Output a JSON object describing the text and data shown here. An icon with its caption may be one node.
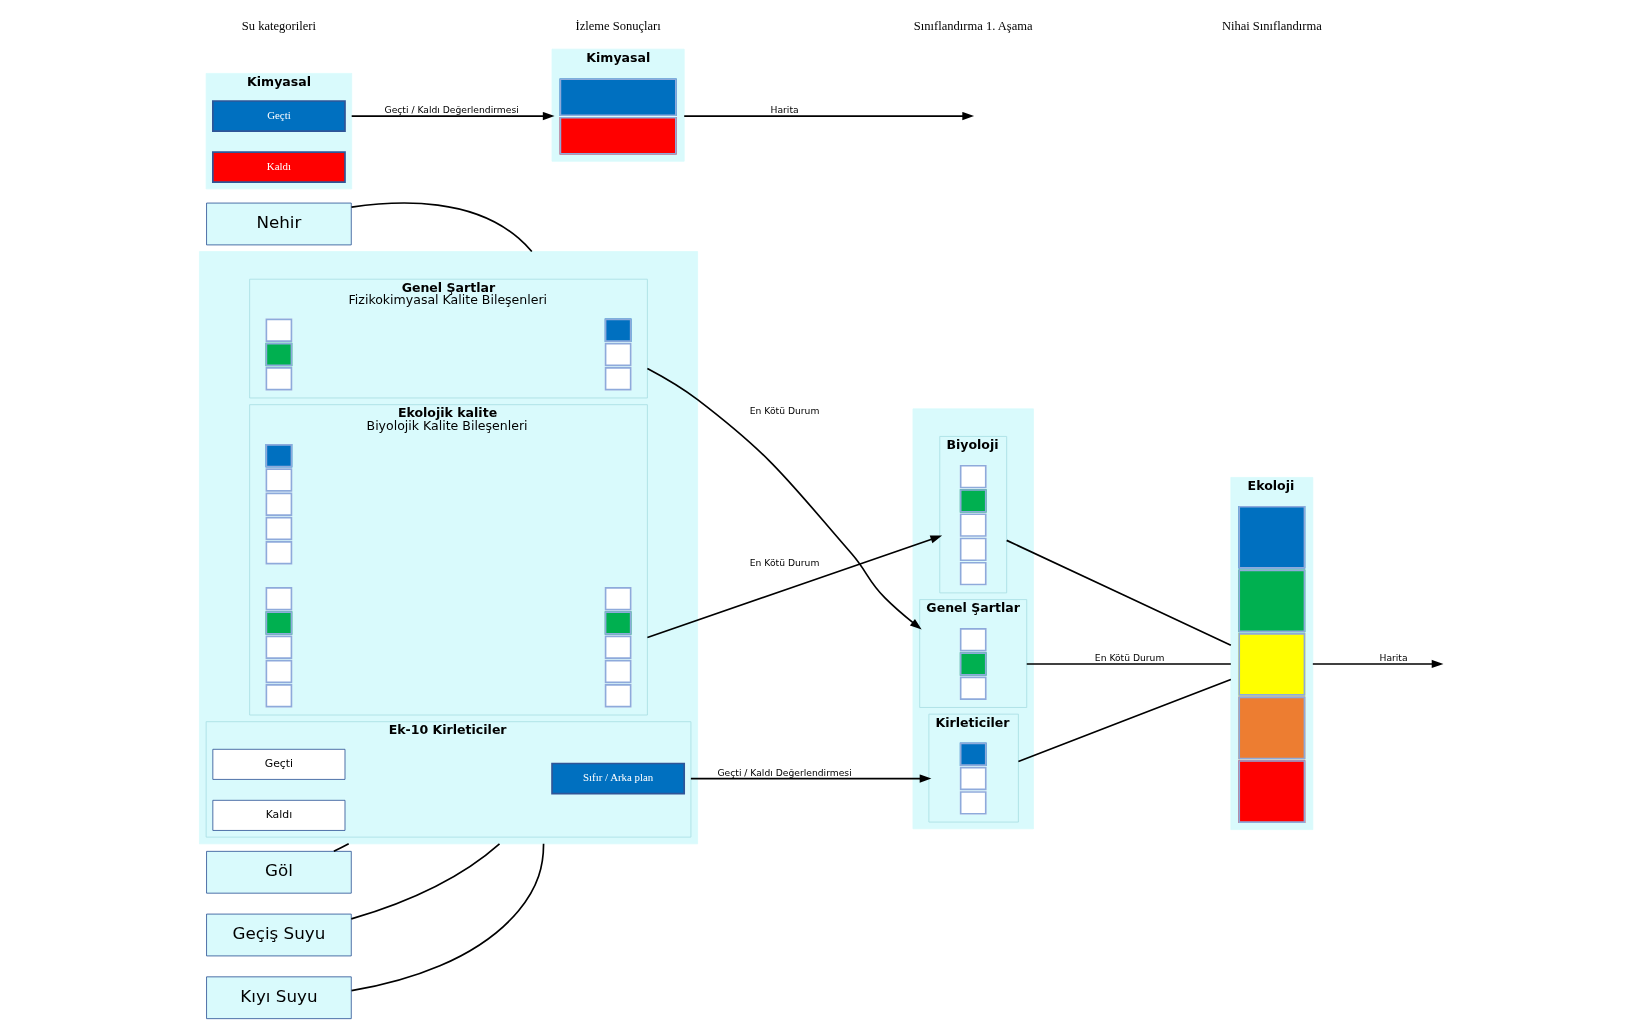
{
  "diagram": {
    "nodes": [
      {
        "text": [
          "Nehir"
        ]
      },
      {
        "text": [
          "Göl"
        ]
      },
      {
        "text": [
          "Geçiş Suyu"
        ]
      },
      {
        "text": [
          "Kıyı Suyu"
        ]
      },
      {
        "text": [],
        "shape": "box"
      },
      {
        "text": [
          "Ekolojik kalite",
          "Biyolojik Kalite Bileşenleri"
        ],
        "in": 4
      },
      {
        "text": [],
        "shape": "bar",
        "in": 5
      },
      {
        "text": [],
        "shape": "bar",
        "in": 5
      },
      {
        "text": [],
        "shape": "bar",
        "in": 5
      },
      {
        "text": [
          "Genel Şartlar",
          "Fizikokimyasal Kalite Bileşenleri"
        ],
        "in": 4
      },
      {
        "text": [],
        "shape": "bar",
        "in": 9
      },
      {
        "text": [],
        "shape": "bar",
        "in": 9
      },
      {
        "text": [
          "Ek-10 Kirleticiler"
        ],
        "in": 4
      },
      {
        "text": [
          "Sıfır / Arka plan"
        ],
        "in": 12
      },
      {
        "text": [
          "Geçti"
        ],
        "in": 12
      },
      {
        "text": [
          "Kaldı"
        ],
        "in": 12
      },
      {
        "text": [],
        "shape": "box"
      },
      {
        "text": [
          "Biyoloji"
        ],
        "in": 16
      },
      {
        "text": [],
        "shape": "bar",
        "in": 17
      },
      {
        "text": [
          "Genel Şartlar"
        ],
        "in": 16
      },
      {
        "text": [],
        "shape": "bar",
        "in": 19
      },
      {
        "text": [
          "Kirleticiler"
        ],
        "in": 16
      },
      {
        "text": [],
        "shape": "bar",
        "in": 21
      },
      {
        "text": [
          "Ekoloji"
        ]
      },
      {
        "text": [],
        "shape": "bar",
        "in": 23
      },
      {
        "text": [
          "Kimyasal"
        ]
      },
      {
        "text": [
          "Geçti"
        ],
        "in": 25
      },
      {
        "text": [
          "Kaldı"
        ],
        "in": 25
      },
      {
        "text": [
          "Kimyasal"
        ]
      },
      {
        "text": [],
        "shape": "bar",
        "in": 28
      }
    ],
    "edges": [
      {
        "from": 0,
        "to": 4,
        "arrow": "none"
      },
      {
        "from": 1,
        "to": 4,
        "arrow": "none"
      },
      {
        "from": 2,
        "to": 4,
        "arrow": "none"
      },
      {
        "from": 3,
        "to": 4,
        "arrow": "none"
      },
      {
        "from": 5,
        "to": 17,
        "arrow": "to",
        "label": "En Kötü Durum"
      },
      {
        "from": 9,
        "to": 19,
        "arrow": "to",
        "label": "En Kötü Durum"
      },
      {
        "from": 12,
        "to": 21,
        "arrow": "to",
        "label": "Geçti / Kaldı Değerlendirmesi"
      },
      {
        "from": 17,
        "to": 23,
        "arrow": "none"
      },
      {
        "from": 19,
        "to": 23,
        "arrow": "none",
        "label": "En Kötü Durum"
      },
      {
        "from": 21,
        "to": 23,
        "arrow": "none"
      },
      {
        "from": 23,
        "to": null,
        "arrow": "to",
        "label": "Harita"
      },
      {
        "from": 25,
        "to": 28,
        "arrow": "to",
        "label": "Geçti / Kaldı Değerlendirmesi"
      },
      {
        "from": 28,
        "to": null,
        "arrow": "to",
        "label": "Harita"
      }
    ],
    "labels": [
      "Su kategorileri",
      "İzleme Sonuçları",
      "Sınıflandırma 1. Aşama",
      "Nihai Sınıflandırma"
    ]
  }
}
